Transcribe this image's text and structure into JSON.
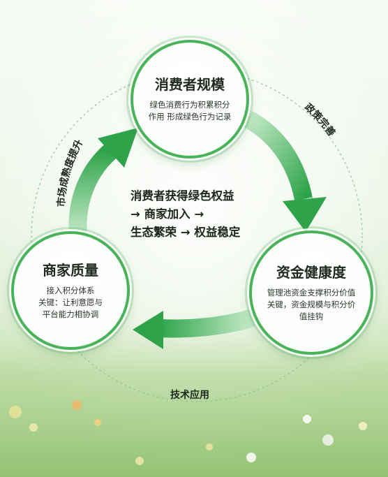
{
  "nodes": {
    "consumer": {
      "title": "消费者规模",
      "desc_line1": "绿色消费行为积累积分",
      "desc_line2": "作用 形成绿色行为记录"
    },
    "merchant": {
      "title": "商家质量",
      "desc_line1": "接入积分体系",
      "desc_line2": "关键：让利意愿与",
      "desc_line3": "平台能力相协调"
    },
    "fund": {
      "title": "资金健康度",
      "desc_line1": "管理池资金支撑积分价值",
      "desc_line2": "关键，资金规模与积分价",
      "desc_line3": "值挂钩"
    }
  },
  "center": {
    "line1": "消费者获得绿色权益",
    "line2": "→ 商家加入 →",
    "line3": "生态繁荣 → 权益稳定"
  },
  "ring_labels": {
    "left": "市场成熟度提升",
    "right": "政策完善",
    "bottom": "技术应用"
  },
  "colors": {
    "accent": "#49b35a",
    "arrow_dark": "#2ea34a",
    "arrow_light": "#8fd59a"
  }
}
